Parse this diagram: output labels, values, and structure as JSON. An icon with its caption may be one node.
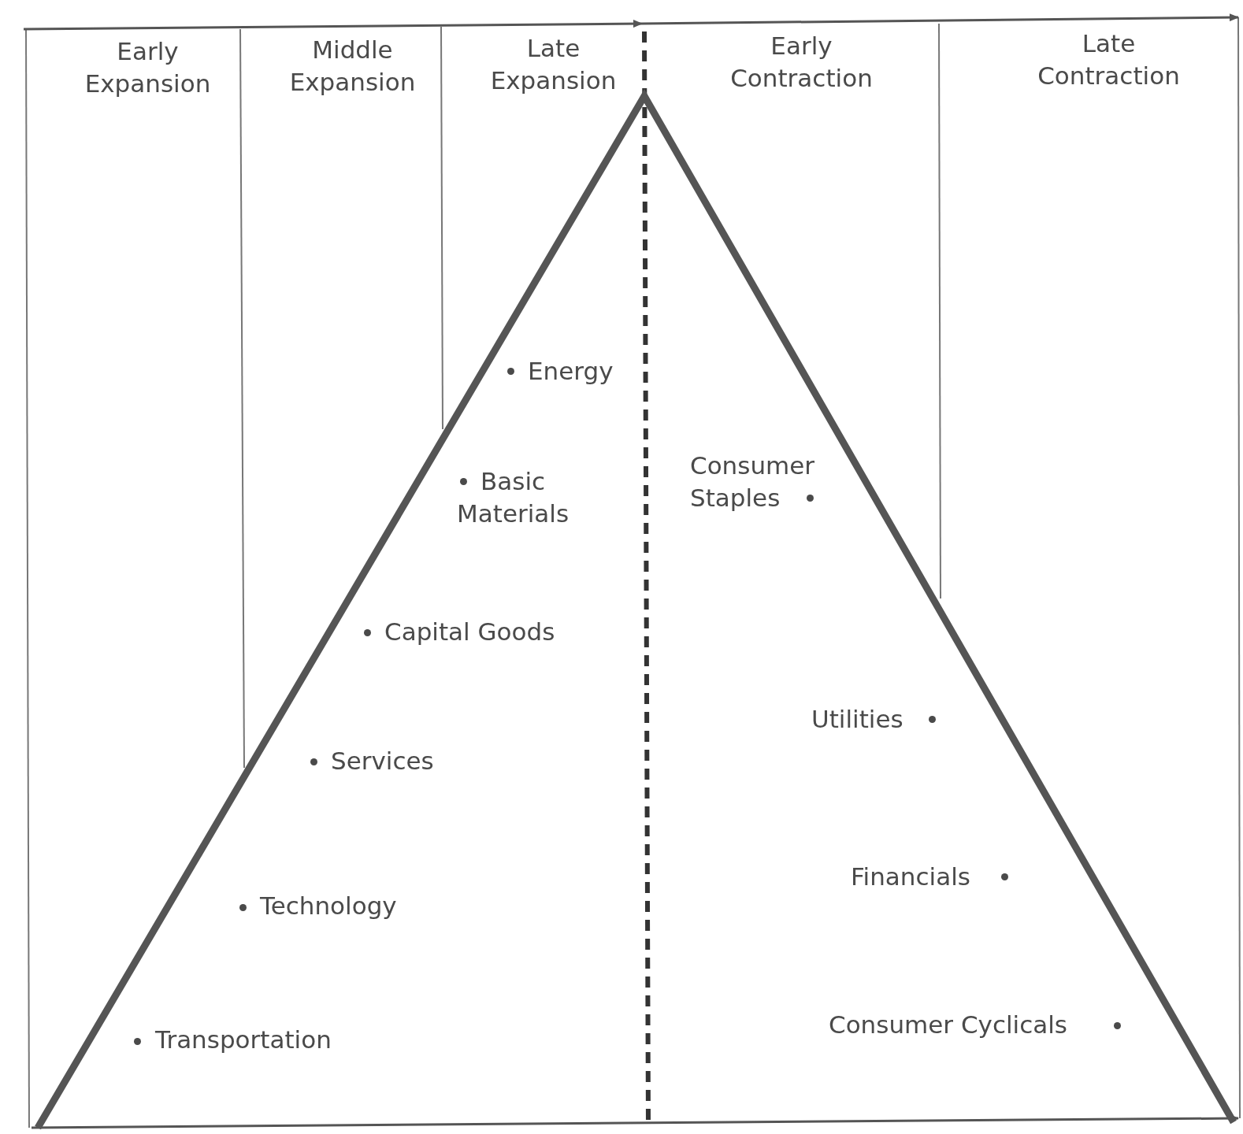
{
  "diagram": {
    "labels": [
      "Early Expansion",
      "Middle Expansion",
      "Late Expansion",
      "Early Contraction",
      "Late Contraction",
      "Energy",
      "Basic Materials",
      "Consumer Staples",
      "Capital Goods",
      "Utilities",
      "Services",
      "Financials",
      "Technology",
      "Transportation",
      "Consumer Cyclicals"
    ]
  }
}
